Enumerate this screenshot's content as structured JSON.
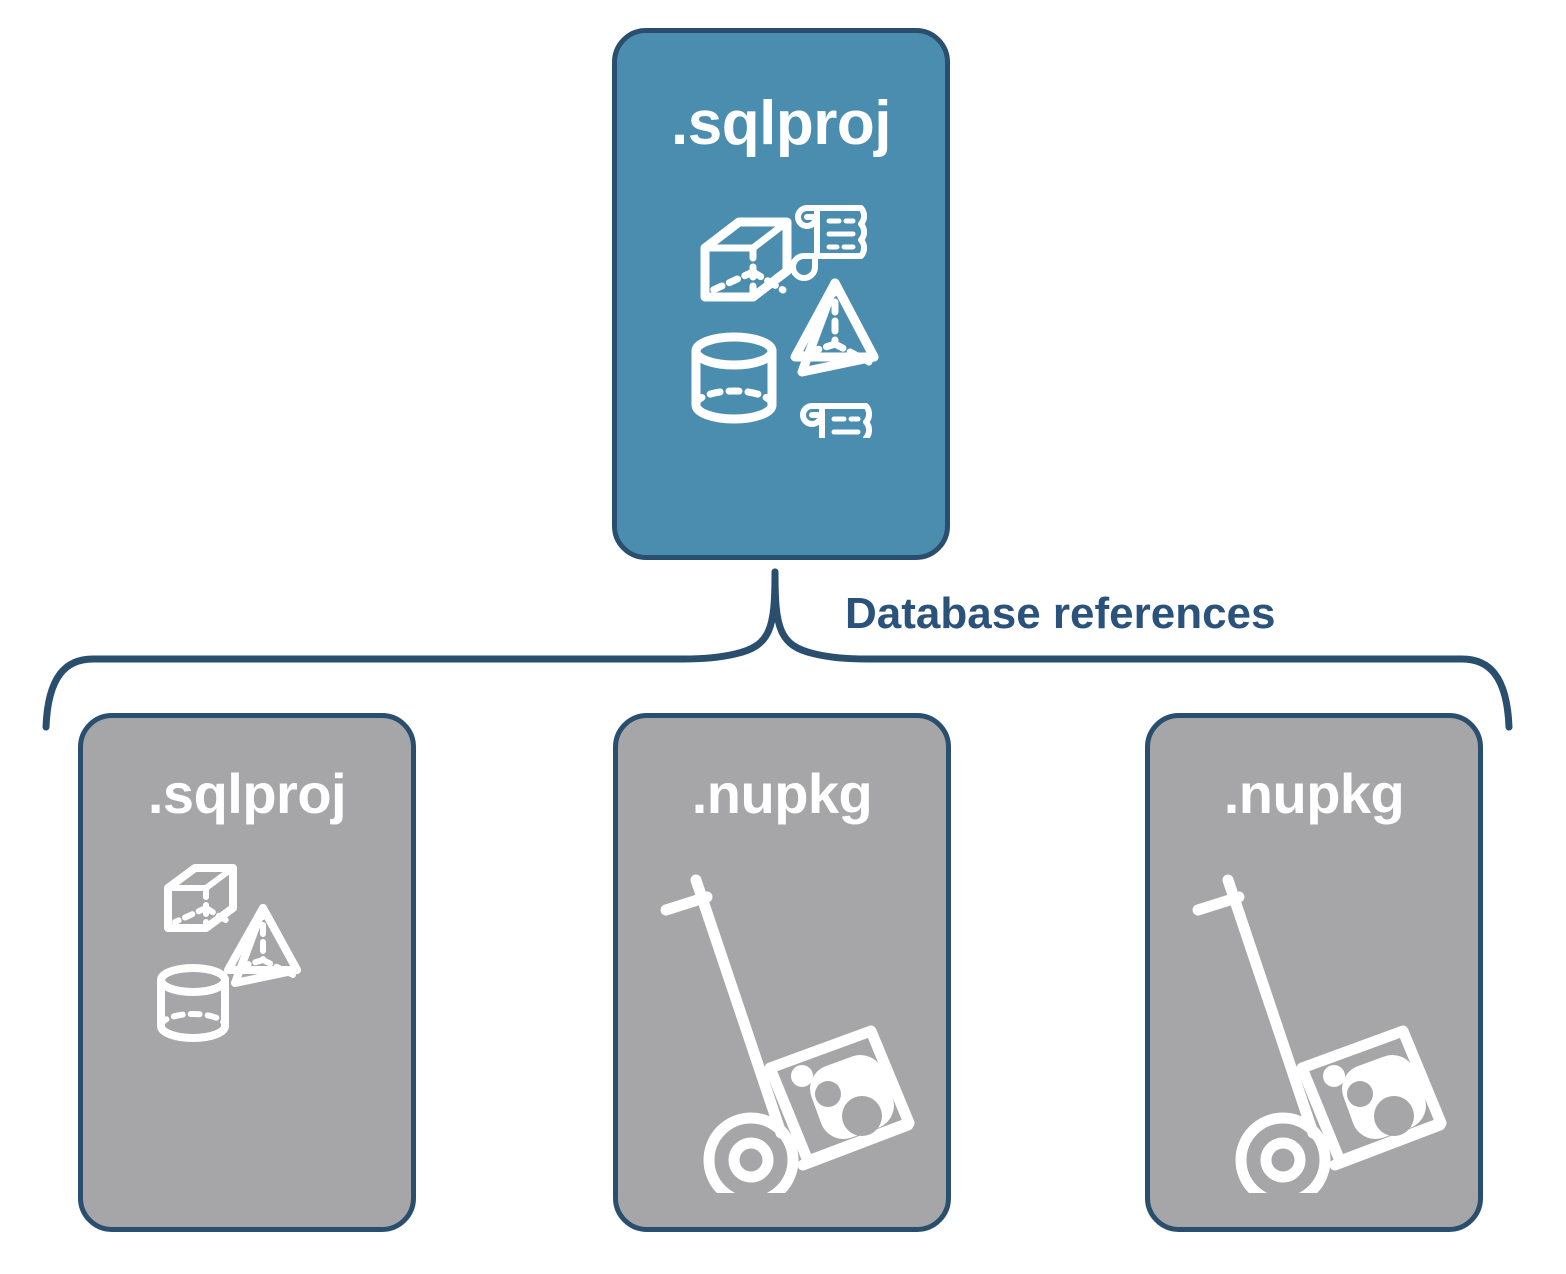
{
  "diagram": {
    "title_text": "Database references",
    "colors": {
      "blue_fill": "#4a8daf",
      "gray_fill": "#a6a6a8",
      "stroke": "#2a4e6e",
      "label_text": "#2a527a",
      "icon_white": "#ffffff",
      "background": "#ffffff"
    },
    "root": {
      "label": ".sqlproj",
      "fill": "blue",
      "icons": [
        "cube-icon",
        "scroll-icon",
        "pyramid-icon",
        "cylinder-icon",
        "scroll-icon"
      ]
    },
    "connector": {
      "label": "Database references",
      "style": "curly-brace"
    },
    "children": [
      {
        "label": ".sqlproj",
        "fill": "gray",
        "icons": [
          "cube-icon",
          "pyramid-icon",
          "cylinder-icon"
        ]
      },
      {
        "label": ".nupkg",
        "fill": "gray",
        "icons": [
          "hand-truck-icon",
          "nuget-package-icon"
        ]
      },
      {
        "label": ".nupkg",
        "fill": "gray",
        "icons": [
          "hand-truck-icon",
          "nuget-package-icon"
        ]
      }
    ]
  }
}
